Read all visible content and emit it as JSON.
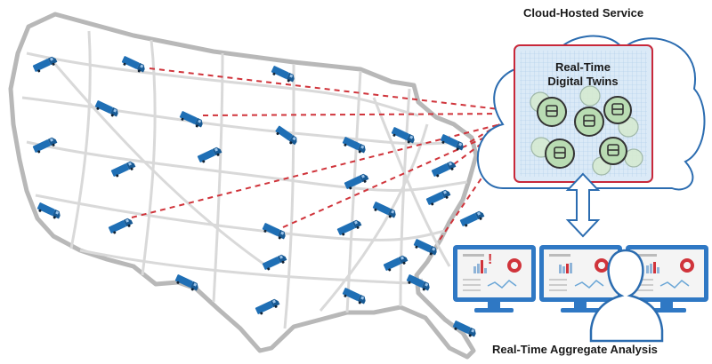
{
  "labels": {
    "cloud_service": "Cloud-Hosted Service",
    "twins_line1": "Real-Time",
    "twins_line2": "Digital Twins",
    "analysis": "Real-Time Aggregate Analysis"
  },
  "icons": {
    "truck": "truck-icon",
    "twin": "digital-twin-truck-icon",
    "monitor": "monitor-icon",
    "person": "person-silhouette-icon",
    "arrow": "double-arrow-icon",
    "alert": "alert-exclamation-icon"
  },
  "colors": {
    "truck_blue": "#1f6fb5",
    "map_outline": "#b8b8b8",
    "roads": "#d9d9d9",
    "dashed_link": "#d0343b",
    "cloud_stroke": "#2b6cb0",
    "panel_red": "#c8283a",
    "panel_fill": "#dbeaf7",
    "twin_green": "#b9dcb3",
    "monitor_blue": "#2f78c4",
    "alert_red": "#d0343b"
  }
}
